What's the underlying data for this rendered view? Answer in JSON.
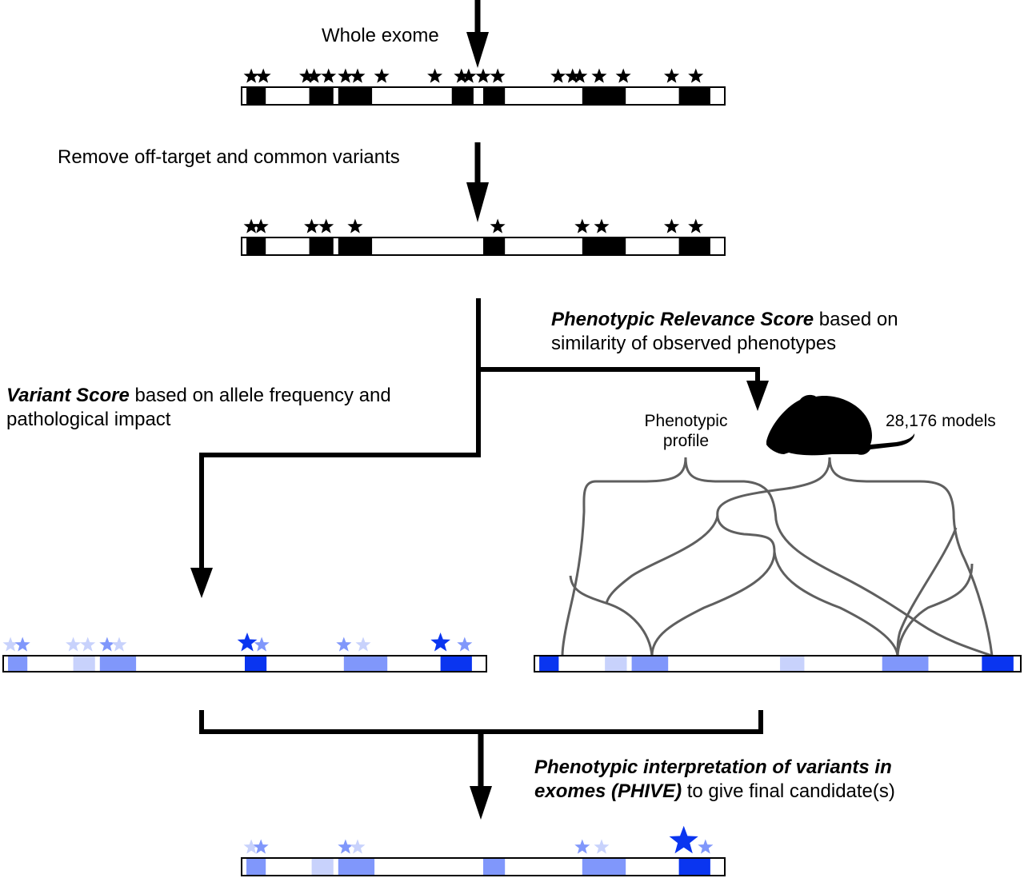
{
  "labels": {
    "whole_exome": "Whole exome",
    "remove_filter": "Remove off-target and common variants",
    "prs_bold": "Phenotypic Relevance Score",
    "prs_rest1": " based on",
    "prs_line2": "similarity of observed phenotypes",
    "vs_bold": "Variant Score",
    "vs_rest1": " based on allele frequency and",
    "vs_line2": "pathological impact",
    "pheno_profile_line1": "Phenotypic",
    "pheno_profile_line2": "profile",
    "models_count": "28,176 models",
    "phive_line1_bold": "Phenotypic interpretation of variants in",
    "phive_line2_bold": "exomes (PHIVE)",
    "phive_line2_rest": " to give final candidate(s)"
  },
  "colors": {
    "black": "#000000",
    "dark_blue": "#0a35f0",
    "mid_blue": "#8097fb",
    "light_blue": "#c8d2fc",
    "tree_gray": "#5f5f5f"
  },
  "icons": {
    "mouse": "mouse-silhouette-icon",
    "star": "star-icon",
    "arrow": "arrow-down-icon"
  },
  "tracks": {
    "whole_exome": {
      "exons": [
        [
          0.01,
          0.05,
          "black"
        ],
        [
          0.14,
          0.19,
          "black"
        ],
        [
          0.2,
          0.27,
          "black"
        ],
        [
          0.435,
          0.48,
          "black"
        ],
        [
          0.5,
          0.545,
          "black"
        ],
        [
          0.705,
          0.795,
          "black"
        ],
        [
          0.905,
          0.97,
          "black"
        ]
      ],
      "stars": [
        [
          0.02,
          "black",
          1
        ],
        [
          0.045,
          "black",
          1
        ],
        [
          0.135,
          "black",
          1
        ],
        [
          0.15,
          "black",
          1
        ],
        [
          0.18,
          "black",
          1
        ],
        [
          0.215,
          "black",
          1
        ],
        [
          0.24,
          "black",
          1
        ],
        [
          0.29,
          "black",
          1
        ],
        [
          0.4,
          "black",
          1
        ],
        [
          0.455,
          "black",
          1
        ],
        [
          0.47,
          "black",
          1
        ],
        [
          0.5,
          "black",
          1
        ],
        [
          0.53,
          "black",
          1
        ],
        [
          0.655,
          "black",
          1
        ],
        [
          0.685,
          "black",
          1
        ],
        [
          0.7,
          "black",
          1
        ],
        [
          0.74,
          "black",
          1
        ],
        [
          0.79,
          "black",
          1
        ],
        [
          0.89,
          "black",
          1
        ],
        [
          0.94,
          "black",
          1
        ]
      ]
    },
    "filtered": {
      "exons": [
        [
          0.01,
          0.05,
          "black"
        ],
        [
          0.14,
          0.19,
          "black"
        ],
        [
          0.2,
          0.27,
          "black"
        ],
        [
          0.5,
          0.545,
          "black"
        ],
        [
          0.705,
          0.795,
          "black"
        ],
        [
          0.905,
          0.97,
          "black"
        ]
      ],
      "stars": [
        [
          0.02,
          "black",
          1
        ],
        [
          0.04,
          "black",
          1
        ],
        [
          0.145,
          "black",
          1
        ],
        [
          0.175,
          "black",
          1
        ],
        [
          0.235,
          "black",
          1
        ],
        [
          0.53,
          "black",
          1
        ],
        [
          0.705,
          "black",
          1
        ],
        [
          0.745,
          "black",
          1
        ],
        [
          0.89,
          "black",
          1
        ],
        [
          0.94,
          "black",
          1
        ]
      ]
    },
    "variant_score": {
      "exons": [
        [
          0.01,
          0.05,
          "mid_blue"
        ],
        [
          0.145,
          0.19,
          "light_blue"
        ],
        [
          0.2,
          0.275,
          "mid_blue"
        ],
        [
          0.5,
          0.545,
          "dark_blue"
        ],
        [
          0.705,
          0.795,
          "mid_blue"
        ],
        [
          0.905,
          0.97,
          "dark_blue"
        ]
      ],
      "stars": [
        [
          0.015,
          "light_blue",
          1
        ],
        [
          0.04,
          "mid_blue",
          1
        ],
        [
          0.145,
          "light_blue",
          1
        ],
        [
          0.175,
          "light_blue",
          1
        ],
        [
          0.215,
          "mid_blue",
          1
        ],
        [
          0.24,
          "light_blue",
          1
        ],
        [
          0.505,
          "dark_blue",
          1.3
        ],
        [
          0.535,
          "mid_blue",
          1
        ],
        [
          0.705,
          "mid_blue",
          1
        ],
        [
          0.745,
          "light_blue",
          1
        ],
        [
          0.905,
          "dark_blue",
          1.3
        ],
        [
          0.955,
          "mid_blue",
          1
        ]
      ]
    },
    "phenotype_score": {
      "exons": [
        [
          0.01,
          0.05,
          "dark_blue"
        ],
        [
          0.145,
          0.19,
          "light_blue"
        ],
        [
          0.2,
          0.275,
          "mid_blue"
        ],
        [
          0.505,
          0.555,
          "light_blue"
        ],
        [
          0.715,
          0.81,
          "mid_blue"
        ],
        [
          0.92,
          0.985,
          "dark_blue"
        ]
      ],
      "stars": []
    },
    "phive": {
      "exons": [
        [
          0.01,
          0.05,
          "mid_blue"
        ],
        [
          0.145,
          0.19,
          "light_blue"
        ],
        [
          0.2,
          0.275,
          "mid_blue"
        ],
        [
          0.5,
          0.545,
          "mid_blue"
        ],
        [
          0.705,
          0.795,
          "mid_blue"
        ],
        [
          0.905,
          0.97,
          "dark_blue"
        ]
      ],
      "stars": [
        [
          0.02,
          "light_blue",
          1
        ],
        [
          0.04,
          "mid_blue",
          1
        ],
        [
          0.215,
          "mid_blue",
          1
        ],
        [
          0.24,
          "light_blue",
          1
        ],
        [
          0.705,
          "mid_blue",
          1
        ],
        [
          0.745,
          "light_blue",
          1
        ],
        [
          0.915,
          "dark_blue",
          1.9
        ],
        [
          0.96,
          "mid_blue",
          1
        ]
      ]
    }
  }
}
